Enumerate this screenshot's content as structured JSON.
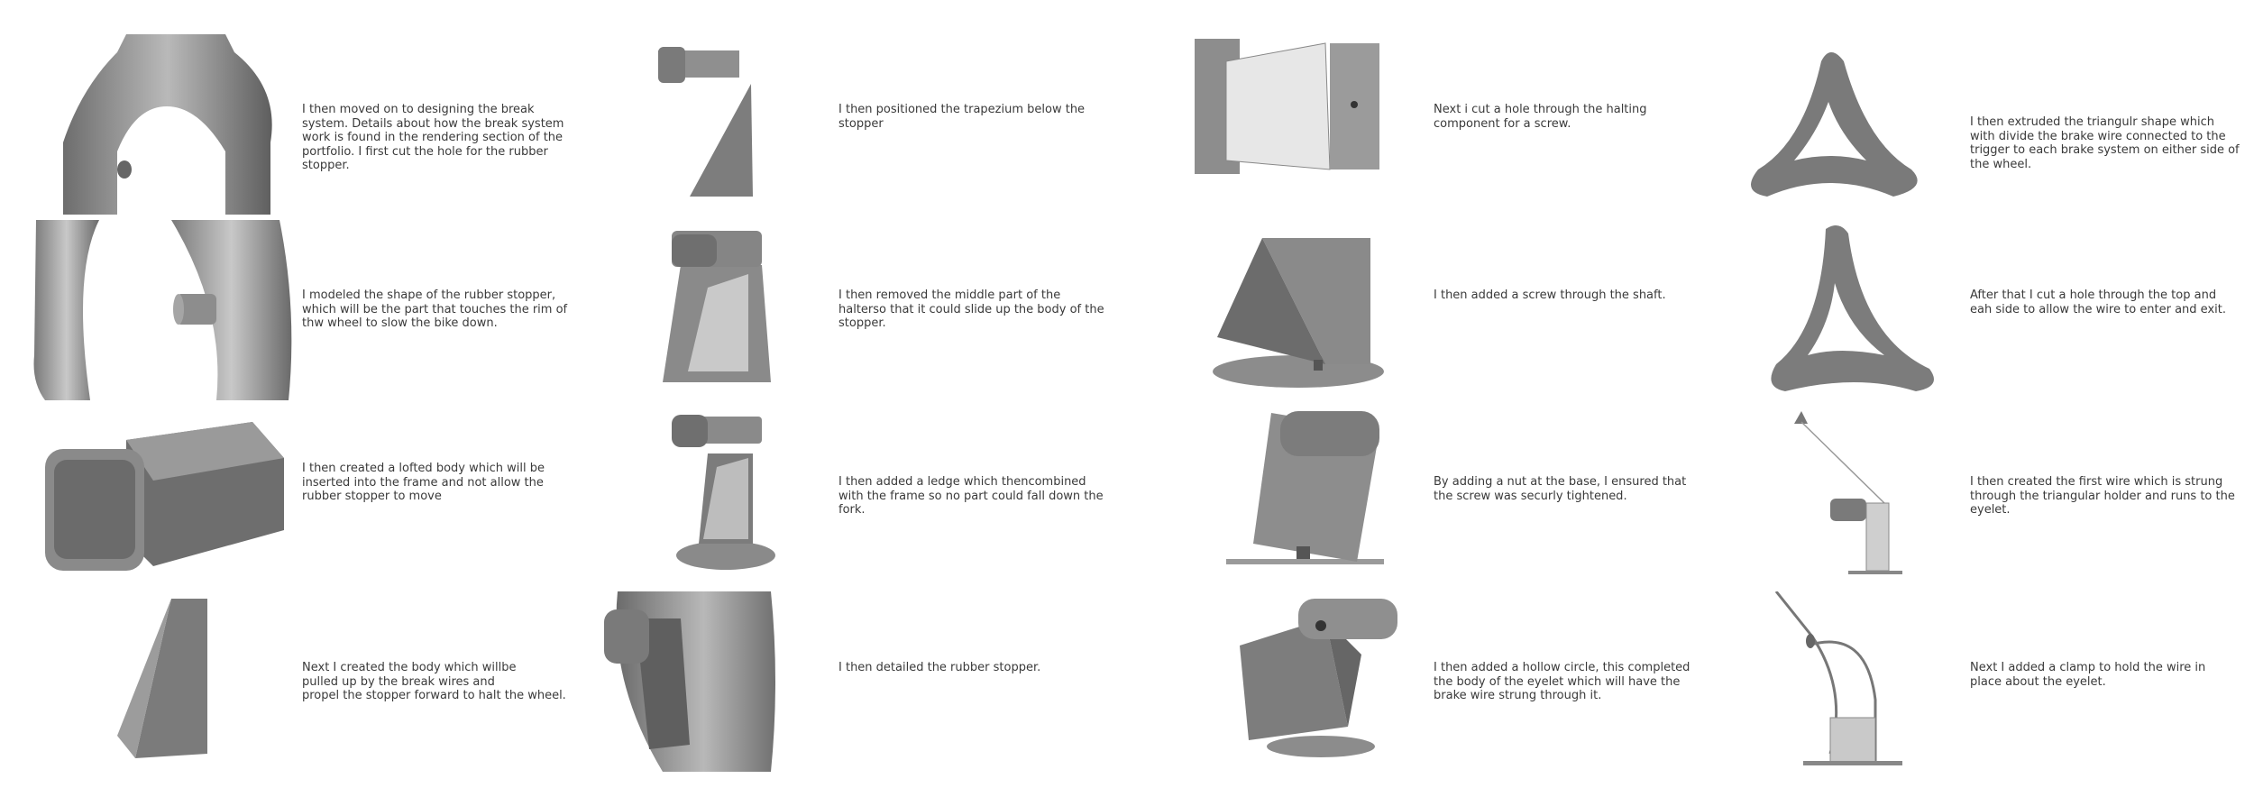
{
  "steps": [
    {
      "id": "c1r1",
      "text": "I then moved on to designing the break\nsystem. Details about how the break system\nwork is found in the rendering section of the\nportfolio.  I first cut the hole for the rubber\nstopper."
    },
    {
      "id": "c1r2",
      "text": "I modeled the shape of the rubber stopper,\nwhich will be the part that touches the rim of\nthw wheel to slow the bike down."
    },
    {
      "id": "c1r3",
      "text": "I then created a lofted body which will be\ninserted into the frame and not allow the\nrubber stopper to move"
    },
    {
      "id": "c1r4",
      "text": "Next I created the body which willbe\npulled up by the break wires and\npropel the stopper forward to halt the wheel."
    },
    {
      "id": "c2r1",
      "text": "I then positioned the trapezium below the\nstopper"
    },
    {
      "id": "c2r2",
      "text": "I then removed the middle part of the\nhalterso that it could slide up the body of the\nstopper."
    },
    {
      "id": "c2r3",
      "text": "I then added a ledge which thencombined\nwith the frame so no part could fall down the\nfork."
    },
    {
      "id": "c2r4",
      "text": "I then detailed the rubber stopper."
    },
    {
      "id": "c3r1",
      "text": "Next i cut a hole through the halting\ncomponent for a screw."
    },
    {
      "id": "c3r2",
      "text": "I then added a screw through the shaft."
    },
    {
      "id": "c3r3",
      "text": "By adding a nut at the base, I ensured that\nthe screw was securly tightened."
    },
    {
      "id": "c3r4",
      "text": "I then added a hollow circle, this completed\nthe body of the eyelet which will have the\nbrake wire strung through it."
    },
    {
      "id": "c4r1",
      "text": "I then extruded the triangulr shape which\nwith  divide the brake wire connected to the\ntrigger to each brake system on either side of\nthe wheel."
    },
    {
      "id": "c4r2",
      "text": "After that I cut a hole through the top and\neah side to allow the wire to enter and exit."
    },
    {
      "id": "c4r3",
      "text": "I then created the first wire which is strung\nthrough the triangular holder and runs to the\neyelet."
    },
    {
      "id": "c4r4",
      "text": "Next I added a clamp to hold the wire in\nplace about the eyelet."
    }
  ]
}
